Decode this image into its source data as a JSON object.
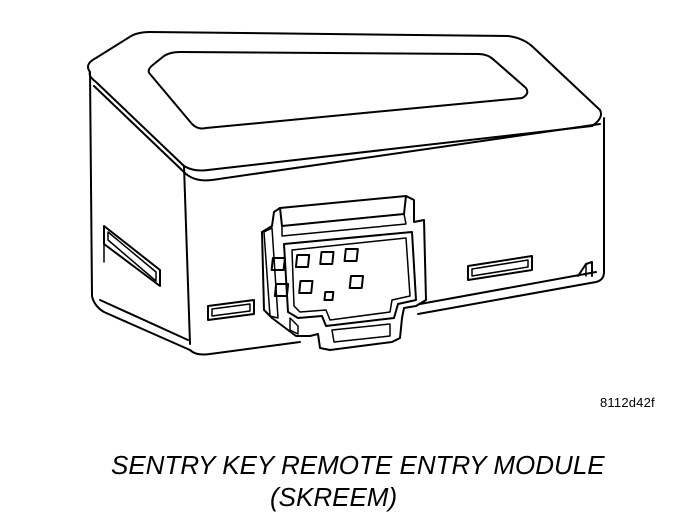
{
  "figure": {
    "reference_code": "8112d42f",
    "caption_line1": "SENTRY KEY REMOTE ENTRY MODULE",
    "caption_line2": "(SKREEM)"
  },
  "parts": [
    {
      "id": "module-housing",
      "icon": "module-housing-icon"
    },
    {
      "id": "top-label-recess",
      "icon": "label-recess-icon"
    },
    {
      "id": "electrical-connector",
      "icon": "connector-icon"
    },
    {
      "id": "mounting-slot",
      "icon": "slot-icon"
    },
    {
      "id": "mounting-tab",
      "icon": "tab-icon"
    }
  ],
  "colors": {
    "line": "#000000",
    "background": "#ffffff"
  }
}
